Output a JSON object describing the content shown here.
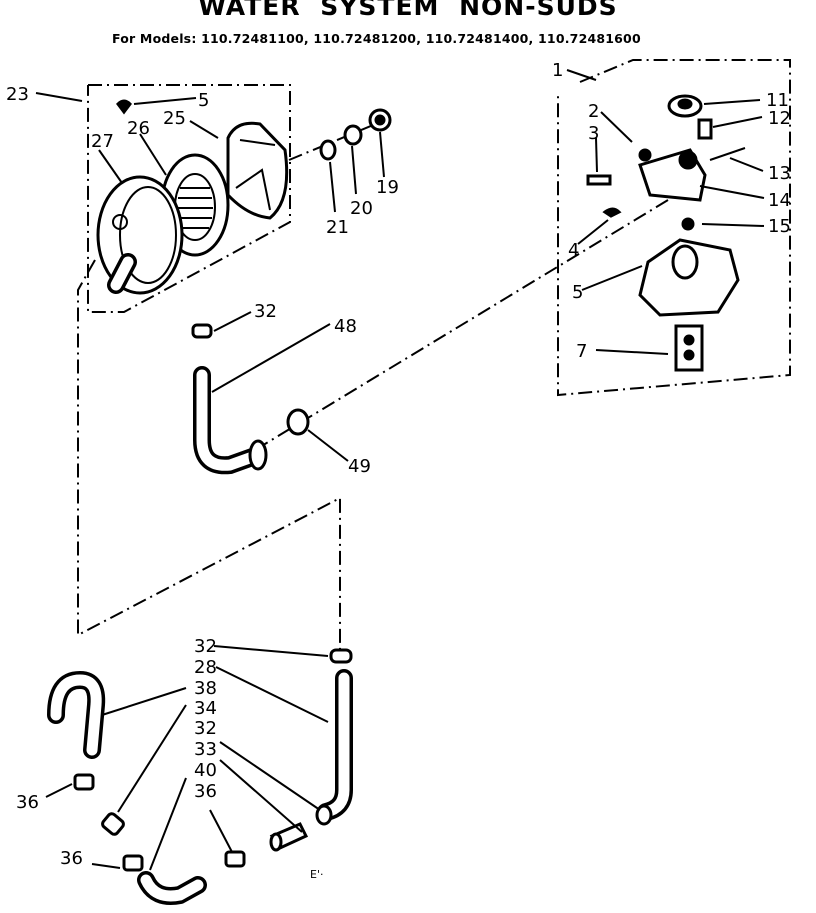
{
  "header": {
    "title": "WATER SYSTEM NON-SUDS",
    "models_line": "For Models: 110.72481100, 110.72481200, 110.72481400, 110.72481600"
  },
  "callouts": {
    "c23": "23",
    "c5a": "5",
    "c25": "25",
    "c26": "26",
    "c27": "27",
    "c21": "21",
    "c20": "20",
    "c19": "19",
    "c1": "1",
    "c2": "2",
    "c3": "3",
    "c11": "11",
    "c12": "12",
    "c13": "13",
    "c14": "14",
    "c4": "4",
    "c15": "15",
    "c5b": "5",
    "c7": "7",
    "c32a": "32",
    "c48": "48",
    "c49": "49",
    "c32b": "32",
    "c28": "28",
    "c38": "38",
    "c34": "34",
    "c32c": "32",
    "c33": "33",
    "c40": "40",
    "c36a": "36",
    "c36b": "36",
    "c36c": "36"
  },
  "footer_mark": "E'·"
}
